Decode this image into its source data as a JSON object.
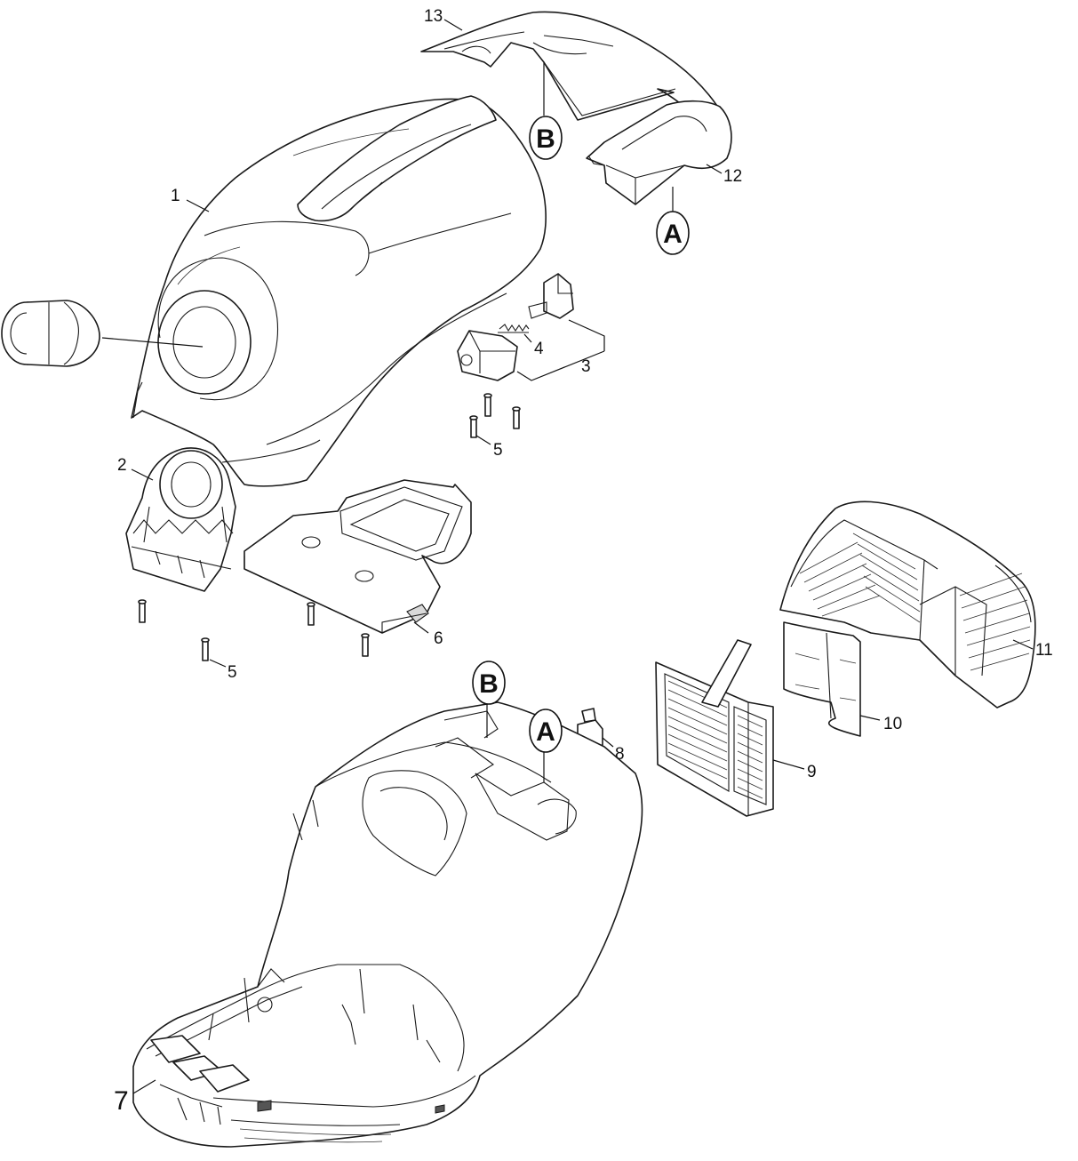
{
  "diagram": {
    "part_numbers": {
      "p1": "1",
      "p2": "2",
      "p3": "3",
      "p4": "4",
      "p5a": "5",
      "p5b": "5",
      "p6": "6",
      "p7": "7",
      "p8": "8",
      "p9": "9",
      "p10": "10",
      "p11": "11",
      "p12": "12",
      "p13": "13"
    },
    "reference_markers": {
      "b_top": "B",
      "a_top": "A",
      "b_bottom": "B",
      "a_bottom": "A"
    }
  }
}
